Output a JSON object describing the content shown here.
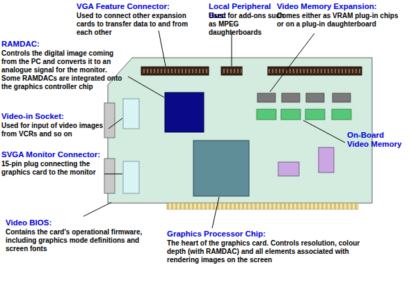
{
  "diagram": {
    "labels": [
      "VGA Feature Connector:",
      "Used to connect other expansion cards to transfer data to and from each other",
      "Local Peripheral Bus:",
      "Used for add-ons such as MPEG daughterboards",
      "Video Memory Expansion:",
      "Comes either as VRAM plug-in chips or on a plug-in daughterboard",
      "RAMDAC:",
      "Controls the digital image coming from the PC and converts it to an analogue signal for the monitor. Some RAMDACs are integrated onto the graphics controller chip",
      "Video-in Socket:",
      "Used for input of video images from VCRs and so on",
      "On-Board Video Memory",
      "SVGA Monitor Connector:",
      "15-pin plug connecting the graphics card to the monitor",
      "Video BIOS:",
      "Contains the card's operational firmware, including graphics mode definitions and screen fonts",
      "Graphics Processor Chip:",
      "The heart of the graphics card. Controls resolution, colour depth (with RAMDAC) and all elements associated with rendering images on the screen"
    ]
  }
}
